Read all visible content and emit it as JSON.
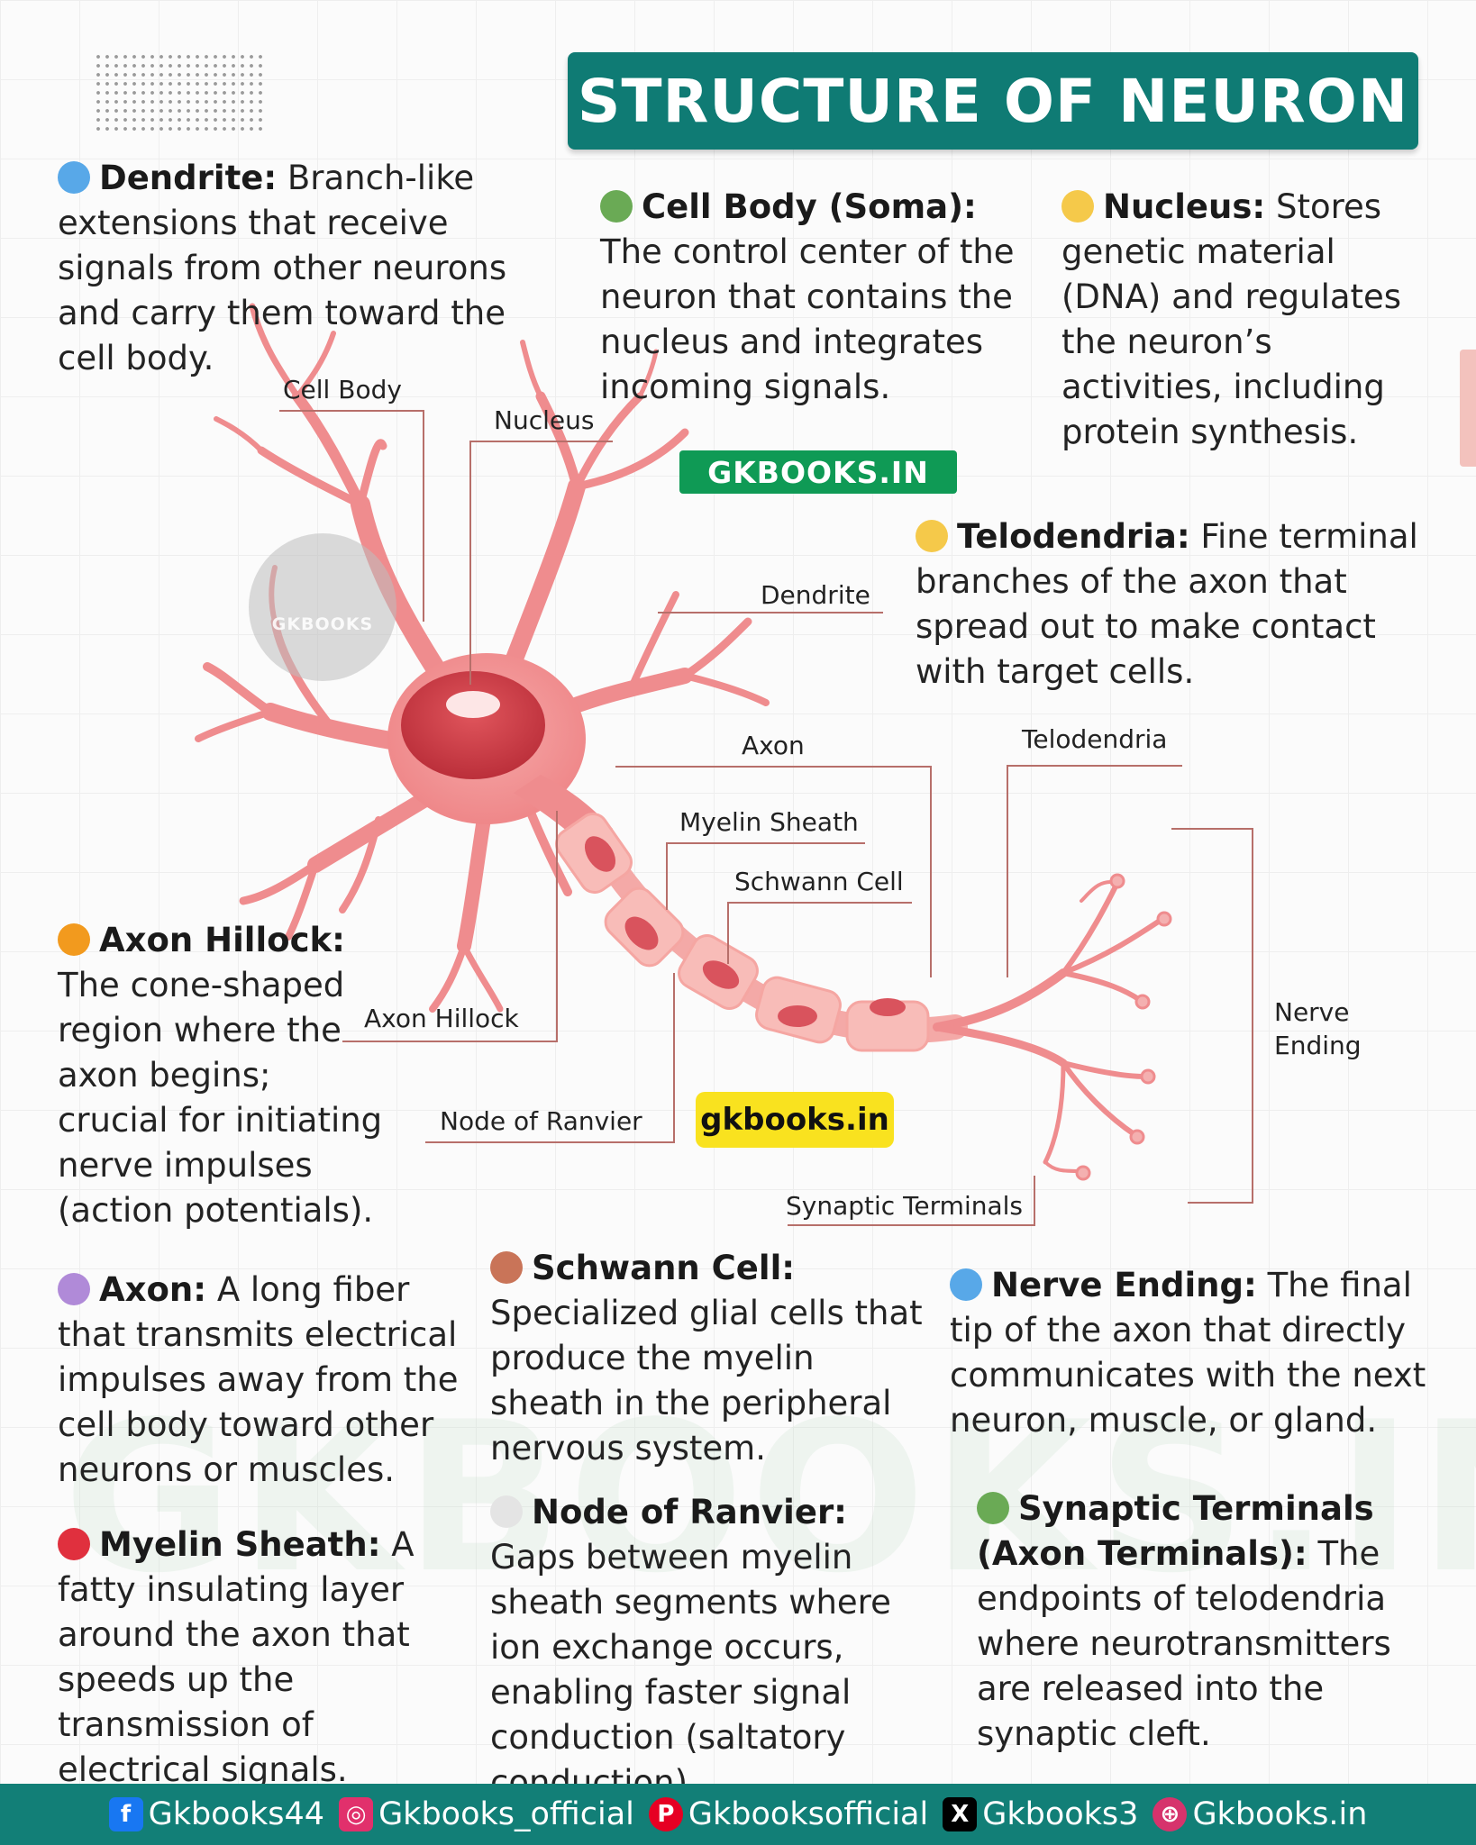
{
  "title": "STRUCTURE OF NEURON",
  "watermark_badge": "GKBOOKS.IN",
  "watermark_site": "gkbooks.in",
  "watermark_logo_text": "GKBOOKS",
  "watermark_big": "GKBOOKS.IN",
  "diagram_labels": {
    "cell_body": "Cell Body",
    "nucleus": "Nucleus",
    "dendrite": "Dendrite",
    "axon": "Axon",
    "telodendria": "Telodendria",
    "myelin_sheath": "Myelin Sheath",
    "schwann_cell": "Schwann Cell",
    "axon_hillock": "Axon Hillock",
    "node_of_ranvier": "Node of Ranvier",
    "synaptic_terminals": "Synaptic Terminals",
    "nerve_ending_1": "Nerve",
    "nerve_ending_2": "Ending"
  },
  "descriptions": {
    "dendrite": {
      "term": "Dendrite:",
      "text": "Branch-like extensions that receive signals from other neurons and carry them toward the cell body.",
      "color": "#58a8e8"
    },
    "cell_body": {
      "term": "Cell Body (Soma):",
      "text": "The control center of the neuron that contains the nucleus and integrates incoming signals.",
      "color": "#6aaa55"
    },
    "nucleus": {
      "term": "Nucleus:",
      "text": "Stores genetic material (DNA) and regulates the neuron’s activities, including protein synthesis.",
      "color": "#f5c94a"
    },
    "telodendria": {
      "term": "Telodendria:",
      "text": "Fine terminal branches of the axon that spread out to make contact with target cells.",
      "color": "#f5c94a"
    },
    "axon_hillock": {
      "term": "Axon Hillock:",
      "text": "The cone-shaped region where the axon begins; crucial for initiating nerve impulses (action potentials).",
      "color": "#f29a1e"
    },
    "axon": {
      "term": "Axon:",
      "text": "A long fiber that transmits electrical impulses away from the cell body toward other neurons or muscles.",
      "color": "#b08ad8"
    },
    "schwann": {
      "term": "Schwann Cell:",
      "text": "Specialized glial cells that produce the myelin sheath in the peripheral nervous system.",
      "color": "#c97458"
    },
    "nerve_ending": {
      "term": "Nerve Ending:",
      "text": "The final tip of the axon that directly communicates with the next neuron, muscle, or gland.",
      "color": "#58a8e8"
    },
    "myelin": {
      "term": "Myelin Sheath:",
      "text": "A fatty insulating layer around the axon that speeds up the transmission of electrical signals.",
      "color": "#e0303e"
    },
    "node": {
      "term": "Node of Ranvier:",
      "text": "Gaps between myelin sheath segments where ion exchange occurs, enabling faster signal conduction (saltatory conduction).",
      "color": "#e4e4e4"
    },
    "synaptic": {
      "term": "Synaptic Terminals (Axon Terminals):",
      "text": "The endpoints of telodendria where neurotransmitters are released into the synaptic cleft.",
      "color": "#6aaa55"
    }
  },
  "footer": [
    {
      "icon": "facebook-icon",
      "glyph": "f",
      "color": "#1877f2",
      "text": "Gkbooks44"
    },
    {
      "icon": "instagram-icon",
      "glyph": "◎",
      "color": "#e1306c",
      "text": "Gkbooks_official"
    },
    {
      "icon": "pinterest-icon",
      "glyph": "P",
      "color": "#e60023",
      "text": "Gkbooksofficial"
    },
    {
      "icon": "x-icon",
      "glyph": "X",
      "color": "#000000",
      "text": "Gkbooks3"
    },
    {
      "icon": "globe-icon",
      "glyph": "⊕",
      "color": "#d6336c",
      "text": "Gkbooks.in"
    }
  ]
}
